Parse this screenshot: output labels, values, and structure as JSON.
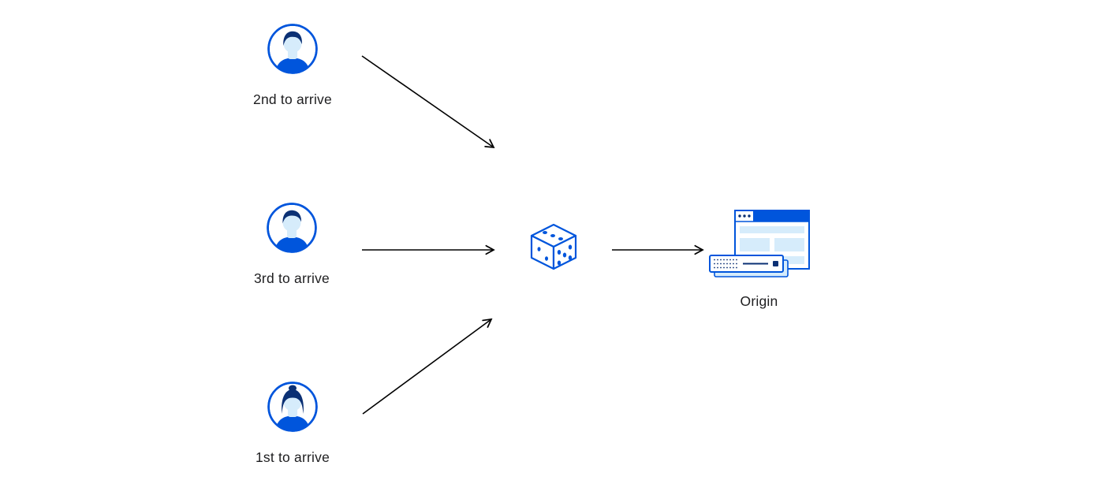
{
  "diagram": {
    "nodes": {
      "client_second": {
        "label": "2nd to arrive",
        "icon": "user-avatar-male-icon"
      },
      "client_third": {
        "label": "3rd to arrive",
        "icon": "user-avatar-male-icon"
      },
      "client_first": {
        "label": "1st to arrive",
        "icon": "user-avatar-female-icon"
      },
      "steering": {
        "icon": "dice-icon"
      },
      "origin": {
        "label": "Origin",
        "icon": "origin-server-icon"
      }
    },
    "edges": [
      {
        "from": "client_second",
        "to": "steering"
      },
      {
        "from": "client_third",
        "to": "steering"
      },
      {
        "from": "client_first",
        "to": "steering"
      },
      {
        "from": "steering",
        "to": "origin"
      }
    ]
  },
  "colors": {
    "accent": "#0055dc",
    "accent-dark": "#0b3074",
    "light": "#d6ecfb",
    "arrow": "#000000",
    "text": "#1d1d1f",
    "background": "#ffffff"
  }
}
